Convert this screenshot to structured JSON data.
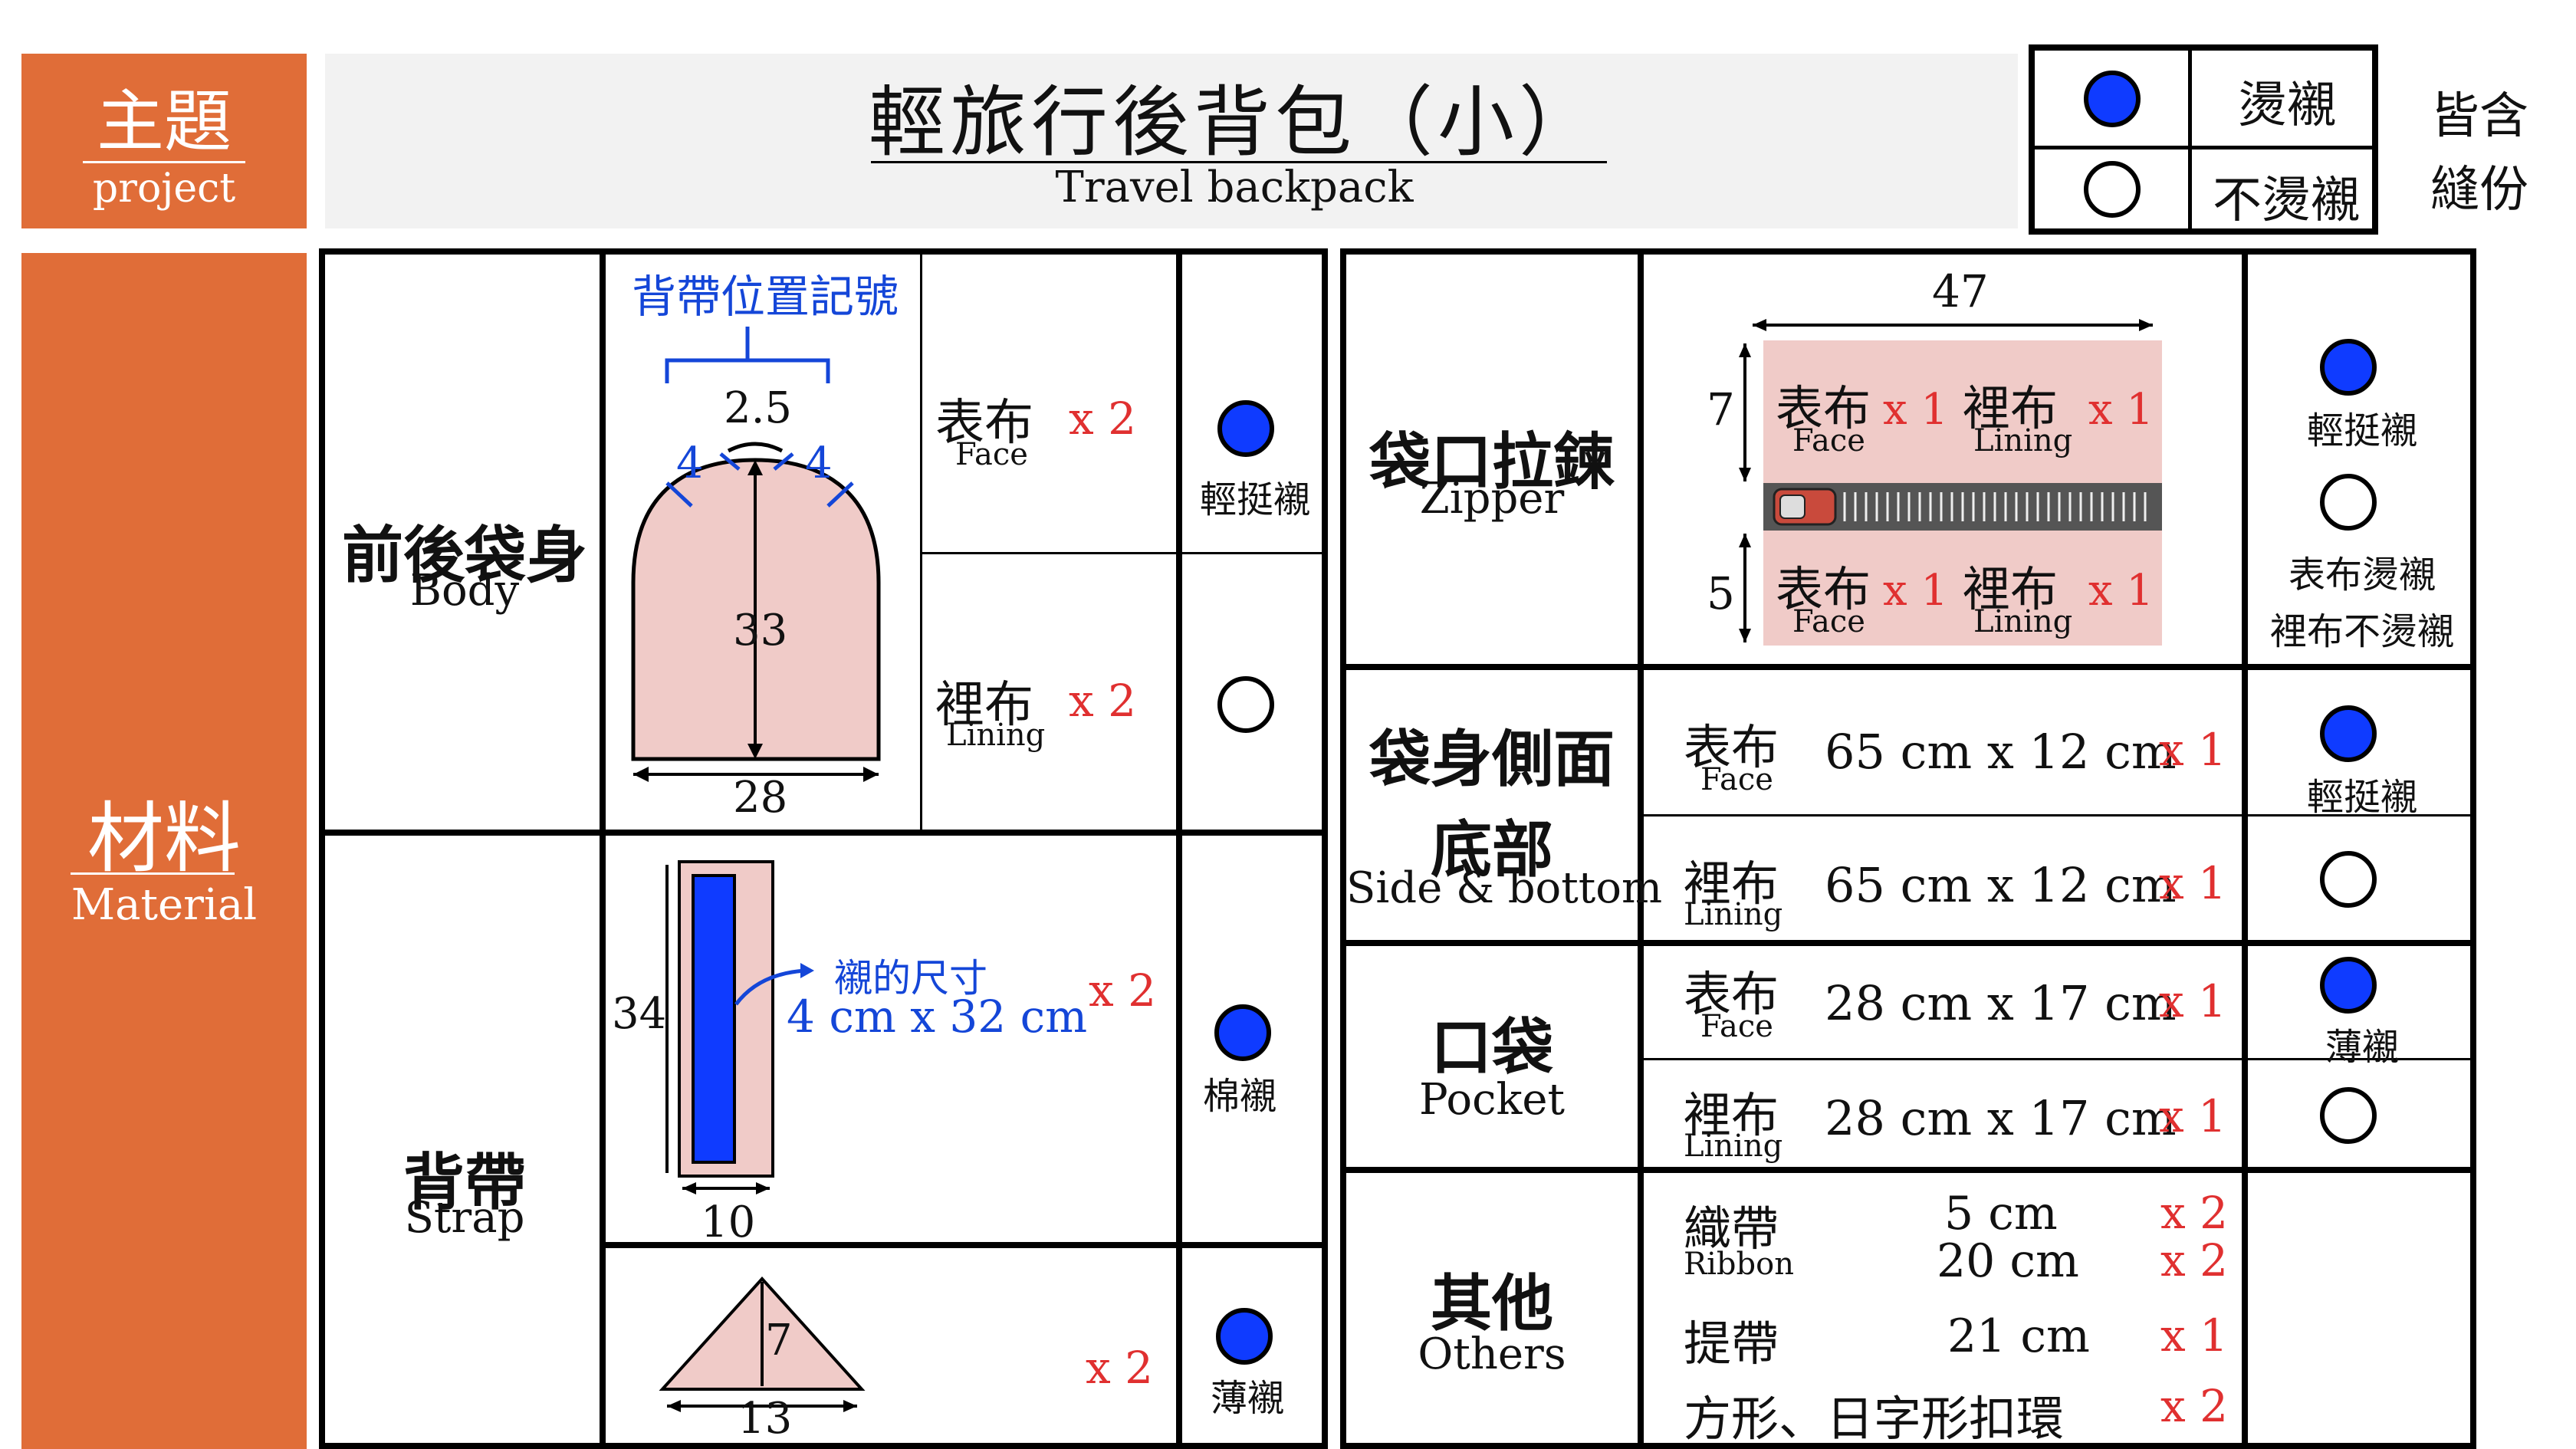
{
  "header": {
    "project_cn": "主題",
    "project_en": "project",
    "title_cn": "輕旅行後背包（小）",
    "title_en": "Travel backpack"
  },
  "legend": {
    "iron_label": "燙襯",
    "no_iron_label": "不燙襯",
    "note_line1": "皆含",
    "note_line2": "縫份"
  },
  "sidebar": {
    "material_cn": "材料",
    "material_en": "Material"
  },
  "left": {
    "body": {
      "label_cn": "前後袋身",
      "label_en": "Body",
      "strap_mark": "背帶位置記號",
      "dims": {
        "top": "2.5",
        "side_left": "4",
        "side_right": "4",
        "height": "33",
        "width": "28"
      },
      "face_cn": "表布",
      "face_en": "Face",
      "face_qty": "x 2",
      "lining_cn": "裡布",
      "lining_en": "Lining",
      "lining_qty": "x 2",
      "face_interfacing": "輕挺襯"
    },
    "strap": {
      "label_cn": "背帶",
      "label_en": "Strap",
      "height": "34",
      "width": "10",
      "interfacing_note": "襯的尺寸",
      "interfacing_size": "4 cm x 32 cm",
      "qty": "x 2",
      "interfacing": "棉襯",
      "tri_height": "7",
      "tri_width": "13",
      "tri_qty": "x 2",
      "tri_interfacing": "薄襯"
    }
  },
  "right": {
    "zipper": {
      "label_cn": "袋口拉鍊",
      "label_en": "Zipper",
      "width": "47",
      "top_h": "7",
      "bottom_h": "5",
      "face_cn": "表布",
      "face_en": "Face",
      "face_qty": "x 1",
      "lining_cn": "裡布",
      "lining_en": "Lining",
      "lining_qty": "x 1",
      "interfacing_top": "輕挺襯",
      "note1": "表布燙襯",
      "note2": "裡布不燙襯"
    },
    "side": {
      "label_cn1": "袋身側面",
      "label_cn2": "底部",
      "label_en": "Side & bottom",
      "face_cn": "表布",
      "face_en": "Face",
      "face_size": "65 cm x 12 cm",
      "face_qty": "x 1",
      "lining_cn": "裡布",
      "lining_en": "Lining",
      "lining_size": "65 cm x 12 cm",
      "lining_qty": "x 1",
      "interfacing": "輕挺襯"
    },
    "pocket": {
      "label_cn": "口袋",
      "label_en": "Pocket",
      "face_cn": "表布",
      "face_en": "Face",
      "face_size": "28 cm x 17 cm",
      "face_qty": "x 1",
      "lining_cn": "裡布",
      "lining_en": "Lining",
      "lining_size": "28 cm x 17 cm",
      "lining_qty": "x 1",
      "interfacing": "薄襯"
    },
    "others": {
      "label_cn": "其他",
      "label_en": "Others",
      "ribbon_cn": "織帶",
      "ribbon_en": "Ribbon",
      "ribbon_size1": "5 cm",
      "ribbon_qty1": "x 2",
      "ribbon_size2": "20 cm",
      "ribbon_qty2": "x 2",
      "handle_cn": "提帶",
      "handle_size": "21 cm",
      "handle_qty": "x 1",
      "buckle_cn": "方形、日字形扣環",
      "buckle_qty": "x 2"
    }
  },
  "colors": {
    "orange": "#e06d38",
    "pink": "#f0cbc8",
    "blue": "#0f3bff",
    "red": "#e03030"
  }
}
